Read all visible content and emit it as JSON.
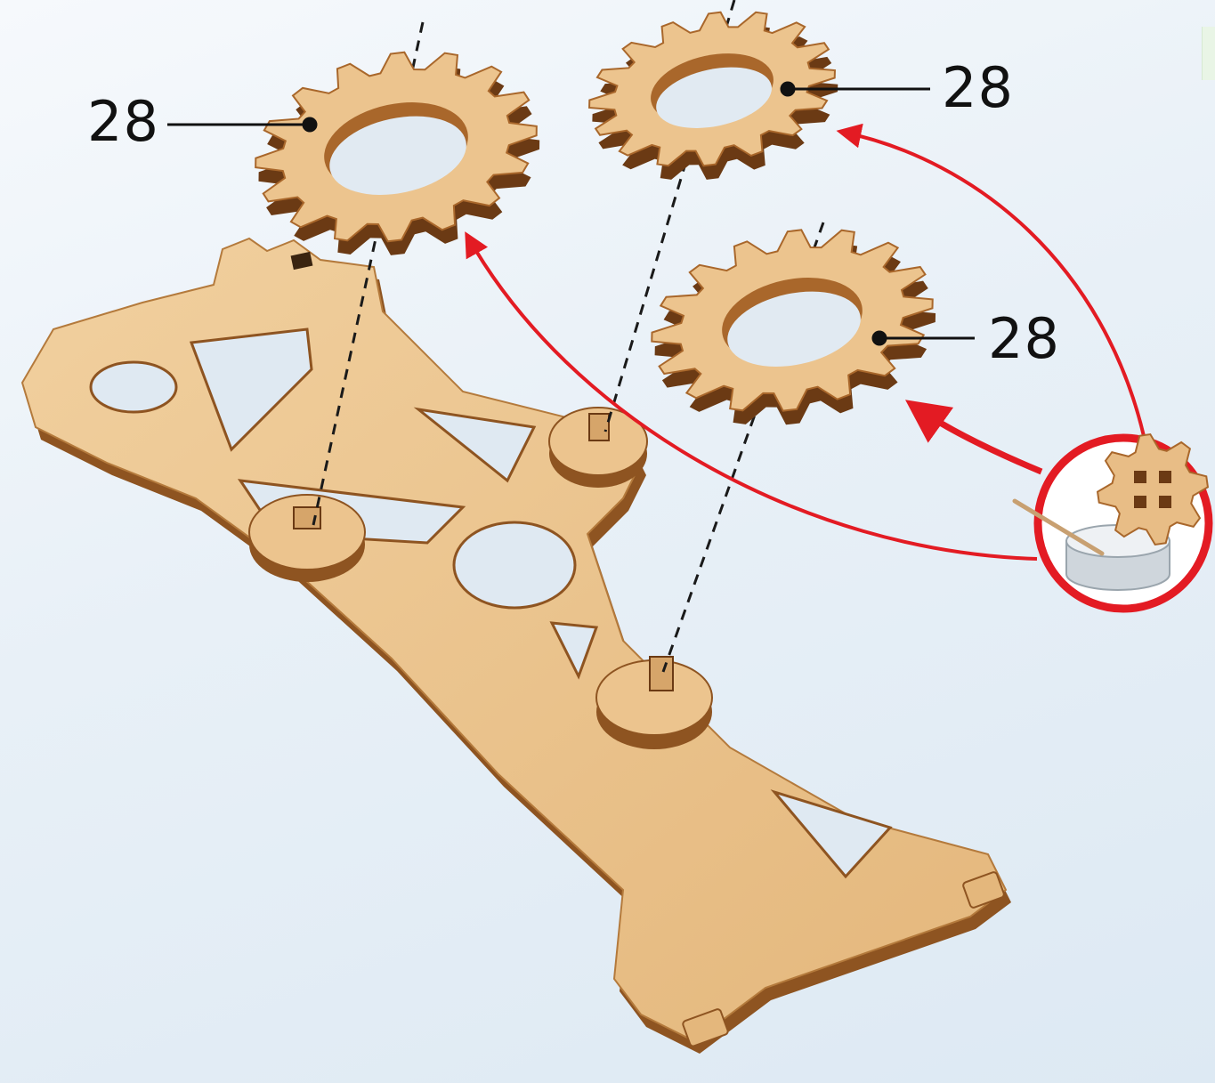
{
  "callouts": [
    {
      "part_number": "28"
    },
    {
      "part_number": "28"
    },
    {
      "part_number": "28"
    }
  ],
  "colors": {
    "wood_face": "#ecc48e",
    "wood_edge": "#a9672b",
    "wood_dark": "#6b3a14",
    "arrow": "#e31b23",
    "dashed_axis": "#1a1a1a",
    "glue_jar": "#d7dde2"
  },
  "icons": [
    "gear-28-part",
    "base-frame-part",
    "glue-jar-icon",
    "toothpick-icon",
    "glue-gear-detail-icon"
  ]
}
